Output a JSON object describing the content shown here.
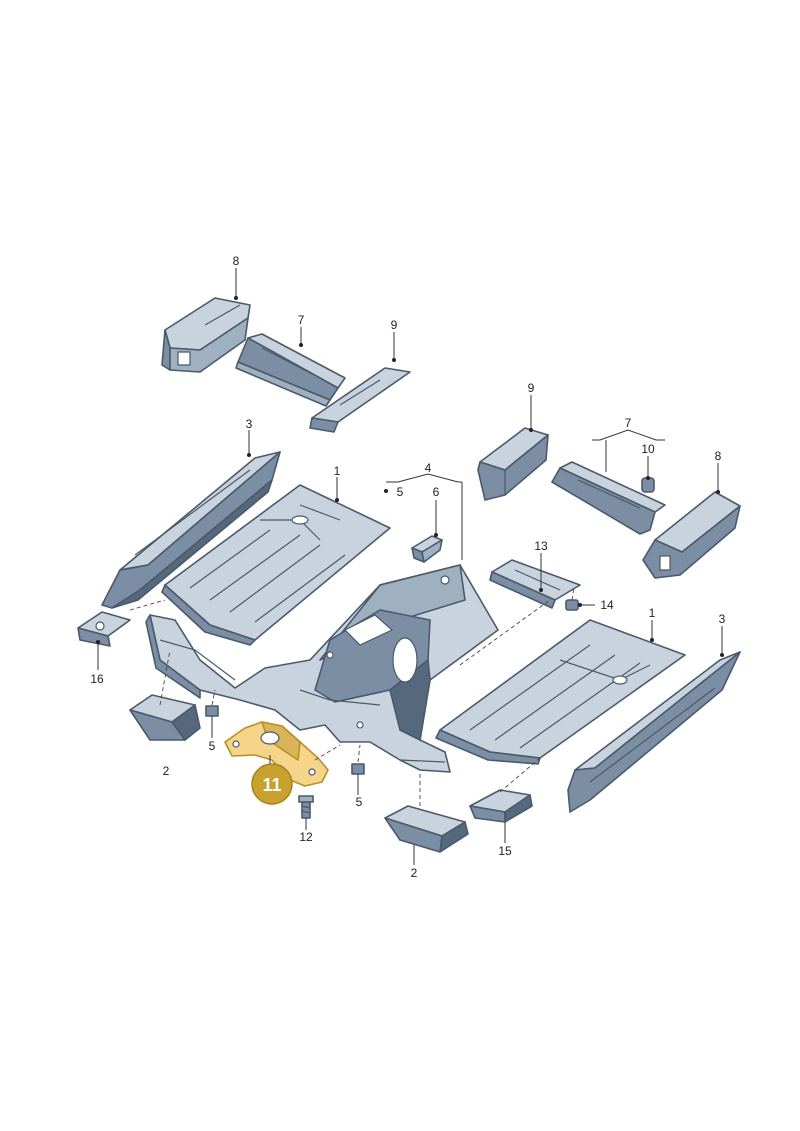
{
  "callouts": {
    "c1_left": "1",
    "c1_right": "1",
    "c2_left": "2",
    "c2_bottom": "2",
    "c3_left": "3",
    "c3_right": "3",
    "c4": "4",
    "c5_group": "5",
    "c5_left": "5",
    "c5_center": "5",
    "c6": "6",
    "c7_top": "7",
    "c7_right": "7",
    "c8_top": "8",
    "c8_right": "8",
    "c9_top": "9",
    "c9_right": "9",
    "c10": "10",
    "c12": "12",
    "c13": "13",
    "c14": "14",
    "c15": "15",
    "c16": "16"
  },
  "highlight": {
    "part_number": "11",
    "color": "#c9a12e"
  }
}
